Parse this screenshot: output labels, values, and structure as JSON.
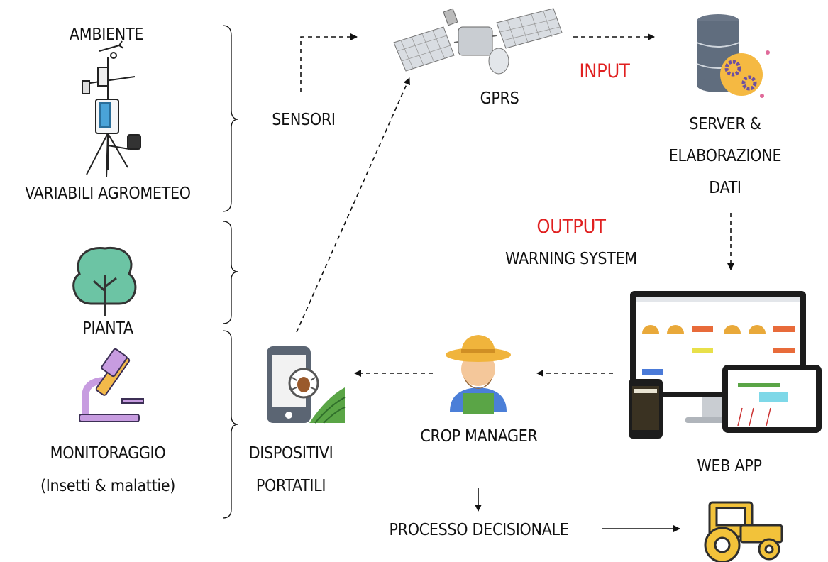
{
  "labels": {
    "ambiente": "AMBIENTE",
    "variabili": "VARIABILI AGROMETEO",
    "sensori": "SENSORI",
    "gprs": "GPRS",
    "input": "INPUT",
    "server_line1": "SERVER &",
    "server_line2": "ELABORAZIONE",
    "server_line3": "DATI",
    "output": "OUTPUT",
    "warning": "WARNING SYSTEM",
    "pianta": "PIANTA",
    "monitoraggio_line1": "MONITORAGGIO",
    "monitoraggio_line2": "(Insetti & malattie)",
    "dispositivi_line1": "DISPOSITIVI",
    "dispositivi_line2": "PORTATILI",
    "crop_manager": "CROP MANAGER",
    "web_app": "WEB APP",
    "processo": "PROCESSO DECISIONALE"
  },
  "colors": {
    "highlight": "#e02020",
    "plant": "#6cc4a4",
    "microscope": "#c79ce0",
    "tractor": "#f2c23a",
    "farmer_hat": "#f0b43c",
    "overalls": "#5aa546",
    "server": "#606d7e",
    "gear": "#f5b942"
  },
  "icons": [
    "weather-station-icon",
    "satellite-icon",
    "server-gears-icon",
    "tree-icon",
    "microscope-icon",
    "smartphone-bug-icon",
    "farmer-icon",
    "devices-icon",
    "tractor-icon"
  ]
}
